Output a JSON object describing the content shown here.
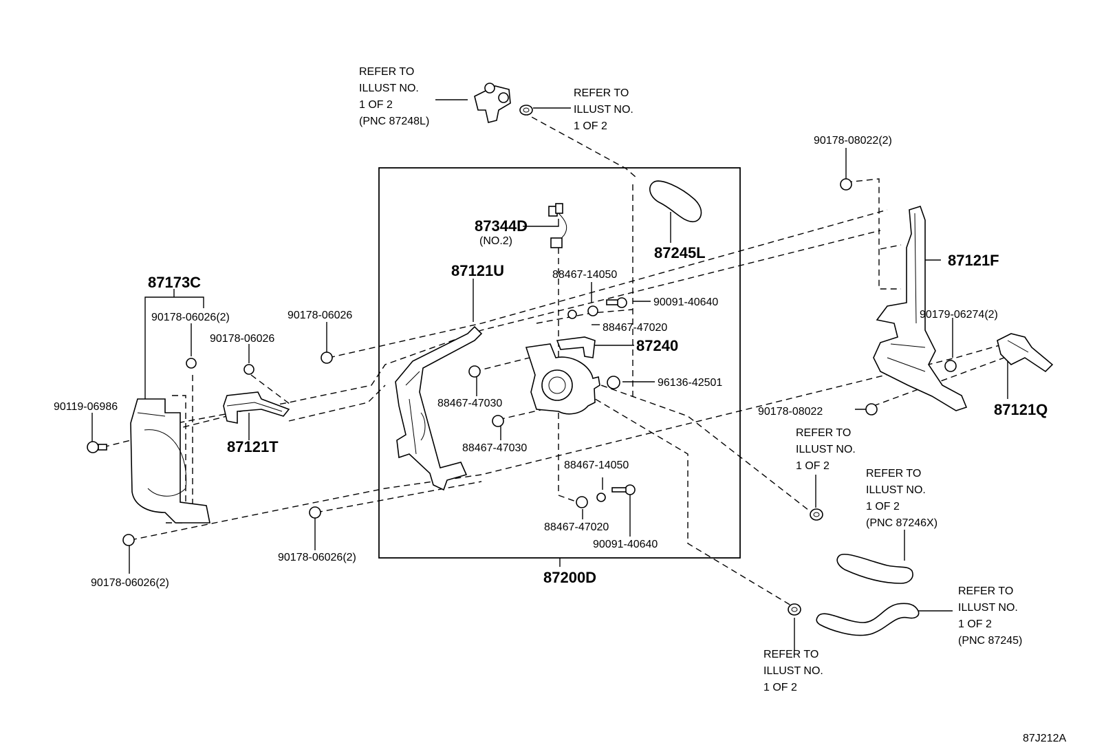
{
  "labels": {
    "p87173C": "87173C",
    "p87121T": "87121T",
    "p87121U": "87121U",
    "p87344D": "87344D",
    "p87344D_no": "(NO.2)",
    "p87245L": "87245L",
    "p87240": "87240",
    "p87200D": "87200D",
    "p87121F": "87121F",
    "p87121Q": "87121Q",
    "b90178_06026_2_a": "90178-06026(2)",
    "b90178_06026_a": "90178-06026",
    "b90178_06026_b": "90178-06026",
    "b90119_06986": "90119-06986",
    "b90178_06026_2_b": "90178-06026(2)",
    "b90178_06026_2_c": "90178-06026(2)",
    "b88467_14050_a": "88467-14050",
    "b90091_40640_a": "90091-40640",
    "b88467_47020_a": "88467-47020",
    "b96136_42501": "96136-42501",
    "b88467_47030_a": "88467-47030",
    "b88467_47030_b": "88467-47030",
    "b88467_14050_b": "88467-14050",
    "b88467_47020_b": "88467-47020",
    "b90091_40640_b": "90091-40640",
    "b90178_08022_2": "90178-08022(2)",
    "b90179_06274_2": "90179-06274(2)",
    "b90178_08022": "90178-08022",
    "code": "87J212A"
  },
  "refs": {
    "r1": [
      "REFER TO",
      "ILLUST NO.",
      "1 OF 2",
      "(PNC 87248L)"
    ],
    "r2": [
      "REFER TO",
      "ILLUST NO.",
      "1 OF 2"
    ],
    "r3": [
      "REFER TO",
      "ILLUST NO.",
      "1 OF 2"
    ],
    "r4": [
      "REFER TO",
      "ILLUST NO.",
      "1 OF 2",
      "(PNC 87246X)"
    ],
    "r5": [
      "REFER TO",
      "ILLUST NO.",
      "1 OF 2",
      "(PNC 87245)"
    ],
    "r6": [
      "REFER TO",
      "ILLUST NO.",
      "1 OF 2"
    ]
  }
}
